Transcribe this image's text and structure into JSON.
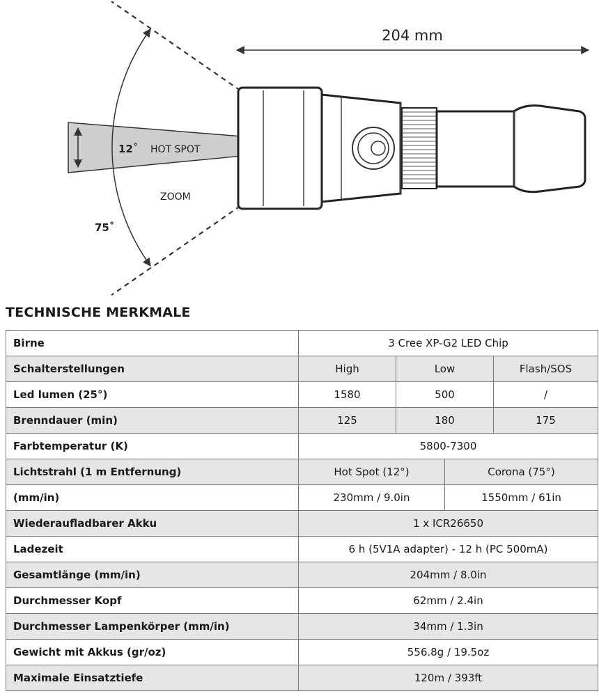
{
  "diagram": {
    "length_label": "204 mm",
    "hotspot_angle": "12˚",
    "hotspot_label": "HOT SPOT",
    "zoom_label": "ZOOM",
    "zoom_angle": "75˚"
  },
  "section_title": "TECHNISCHE MERKMALE",
  "table": {
    "rows": [
      {
        "label": "Birne",
        "cells": [
          "3 Cree XP-G2 LED Chip"
        ]
      },
      {
        "label": "Schalterstellungen",
        "cells": [
          "High",
          "Low",
          "Flash/SOS"
        ]
      },
      {
        "label": "Led lumen (25°)",
        "cells": [
          "1580",
          "500",
          "/"
        ]
      },
      {
        "label": "Brenndauer (min)",
        "cells": [
          "125",
          "180",
          "175"
        ]
      },
      {
        "label": "Farbtemperatur (K)",
        "cells": [
          "5800-7300"
        ]
      },
      {
        "label": "Lichtstrahl (1 m Entfernung)",
        "cells": [
          "Hot Spot (12°)",
          "Corona (75°)"
        ]
      },
      {
        "label": "(mm/in)",
        "cells": [
          "230mm / 9.0in",
          "1550mm / 61in"
        ]
      },
      {
        "label": "Wiederaufladbarer Akku",
        "cells": [
          "1 x ICR26650"
        ]
      },
      {
        "label": "Ladezeit",
        "cells": [
          "6 h (5V1A adapter) - 12 h (PC 500mA)"
        ]
      },
      {
        "label": "Gesamtlänge (mm/in)",
        "cells": [
          "204mm / 8.0in"
        ]
      },
      {
        "label": "Durchmesser Kopf",
        "cells": [
          "62mm / 2.4in"
        ]
      },
      {
        "label": "Durchmesser Lampenkörper (mm/in)",
        "cells": [
          "34mm / 1.3in"
        ]
      },
      {
        "label": "Gewicht mit Akkus (gr/oz)",
        "cells": [
          "556.8g / 19.5oz"
        ]
      },
      {
        "label": "Maximale Einsatztiefe",
        "cells": [
          "120m / 393ft"
        ]
      }
    ]
  }
}
